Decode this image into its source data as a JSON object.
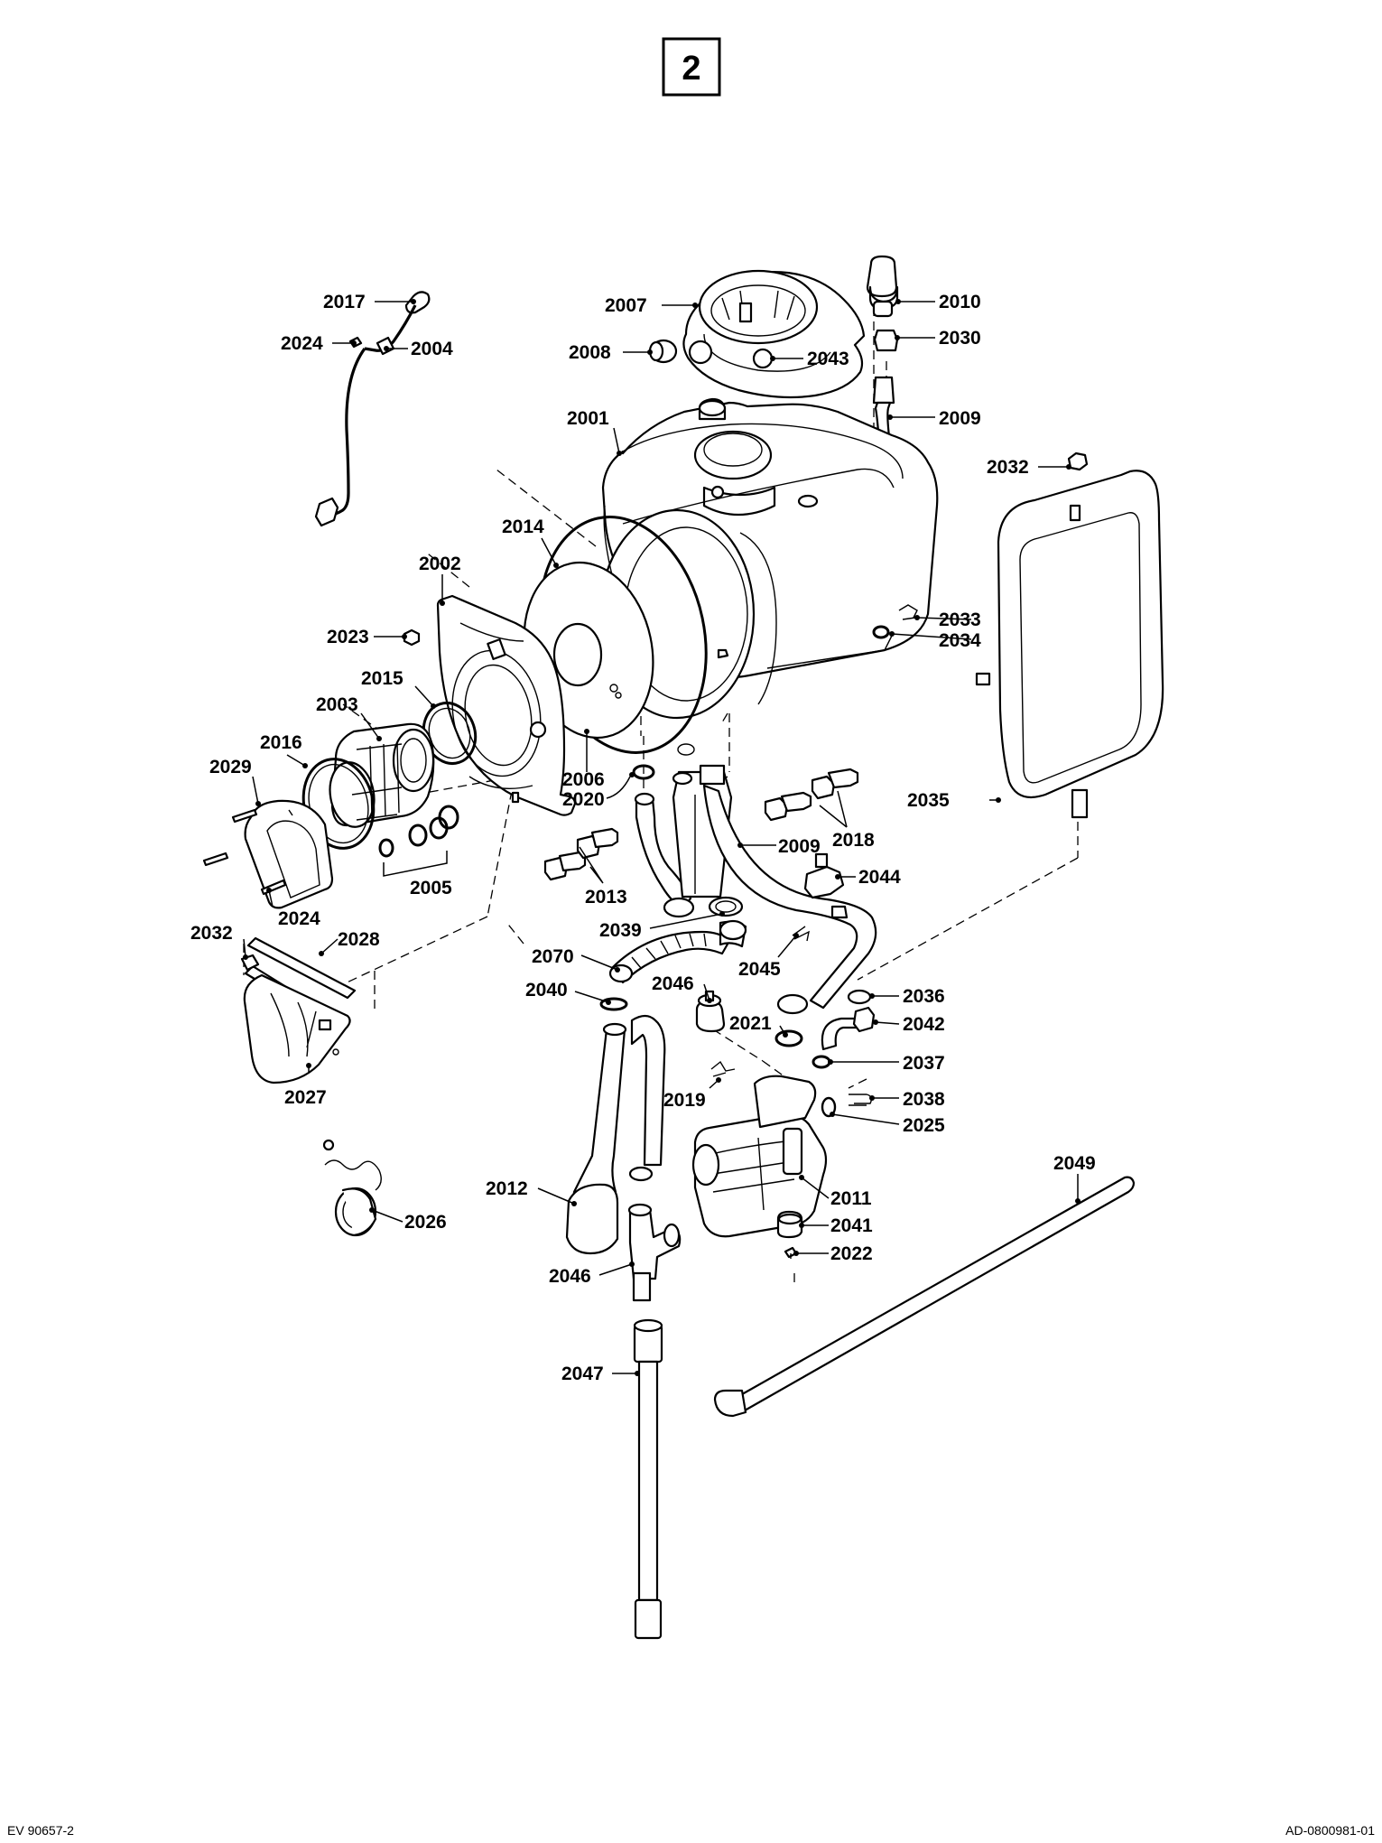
{
  "page_number": "2",
  "footer_left": "EV 90657-2",
  "footer_right": "AD-0800981-01",
  "labels": [
    {
      "id": "l2017",
      "text": "2017"
    },
    {
      "id": "l2024a",
      "text": "2024"
    },
    {
      "id": "l2004",
      "text": "2004"
    },
    {
      "id": "l2007",
      "text": "2007"
    },
    {
      "id": "l2008",
      "text": "2008"
    },
    {
      "id": "l2043",
      "text": "2043"
    },
    {
      "id": "l2010",
      "text": "2010"
    },
    {
      "id": "l2030",
      "text": "2030"
    },
    {
      "id": "l2009a",
      "text": "2009"
    },
    {
      "id": "l2001",
      "text": "2001"
    },
    {
      "id": "l2032a",
      "text": "2032"
    },
    {
      "id": "l2014",
      "text": "2014"
    },
    {
      "id": "l2002",
      "text": "2002"
    },
    {
      "id": "l2033",
      "text": "2033"
    },
    {
      "id": "l2034",
      "text": "2034"
    },
    {
      "id": "l2023",
      "text": "2023"
    },
    {
      "id": "l2015",
      "text": "2015"
    },
    {
      "id": "l2003",
      "text": "2003"
    },
    {
      "id": "l2016",
      "text": "2016"
    },
    {
      "id": "l2029",
      "text": "2029"
    },
    {
      "id": "l2006",
      "text": "2006"
    },
    {
      "id": "l2020",
      "text": "2020"
    },
    {
      "id": "l2035",
      "text": "2035"
    },
    {
      "id": "l2018",
      "text": "2018"
    },
    {
      "id": "l2009b",
      "text": "2009"
    },
    {
      "id": "l2044",
      "text": "2044"
    },
    {
      "id": "l2005",
      "text": "2005"
    },
    {
      "id": "l2013",
      "text": "2013"
    },
    {
      "id": "l2024b",
      "text": "2024"
    },
    {
      "id": "l2032b",
      "text": "2032"
    },
    {
      "id": "l2028",
      "text": "2028"
    },
    {
      "id": "l2039",
      "text": "2039"
    },
    {
      "id": "l2070",
      "text": "2070"
    },
    {
      "id": "l2045",
      "text": "2045"
    },
    {
      "id": "l2040",
      "text": "2040"
    },
    {
      "id": "l2046a",
      "text": "2046"
    },
    {
      "id": "l2036",
      "text": "2036"
    },
    {
      "id": "l2021",
      "text": "2021"
    },
    {
      "id": "l2042",
      "text": "2042"
    },
    {
      "id": "l2037",
      "text": "2037"
    },
    {
      "id": "l2027",
      "text": "2027"
    },
    {
      "id": "l2019",
      "text": "2019"
    },
    {
      "id": "l2038",
      "text": "2038"
    },
    {
      "id": "l2025",
      "text": "2025"
    },
    {
      "id": "l2049",
      "text": "2049"
    },
    {
      "id": "l2012",
      "text": "2012"
    },
    {
      "id": "l2011",
      "text": "2011"
    },
    {
      "id": "l2026",
      "text": "2026"
    },
    {
      "id": "l2041",
      "text": "2041"
    },
    {
      "id": "l2022",
      "text": "2022"
    },
    {
      "id": "l2046b",
      "text": "2046"
    },
    {
      "id": "l2047",
      "text": "2047"
    }
  ]
}
